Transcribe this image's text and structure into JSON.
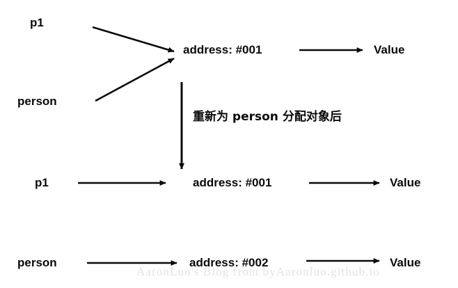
{
  "diagram": {
    "background_color": "#ffffff",
    "ink_color": "#0a0a0a",
    "watermark_color": "#e3e3e3",
    "title": "",
    "rows": {
      "top": {
        "pointer_a": "p1",
        "pointer_b": "person",
        "address": "address: #001",
        "value": "Value"
      },
      "transition_note": "重新为 person 分配对象后",
      "middle": {
        "pointer": "p1",
        "address": "address: #001",
        "value": "Value"
      },
      "bottom": {
        "pointer": "person",
        "address": "address: #002",
        "value": "Value"
      }
    },
    "watermark": "AaronLuo's Blog from byAaronluo.github.io"
  }
}
